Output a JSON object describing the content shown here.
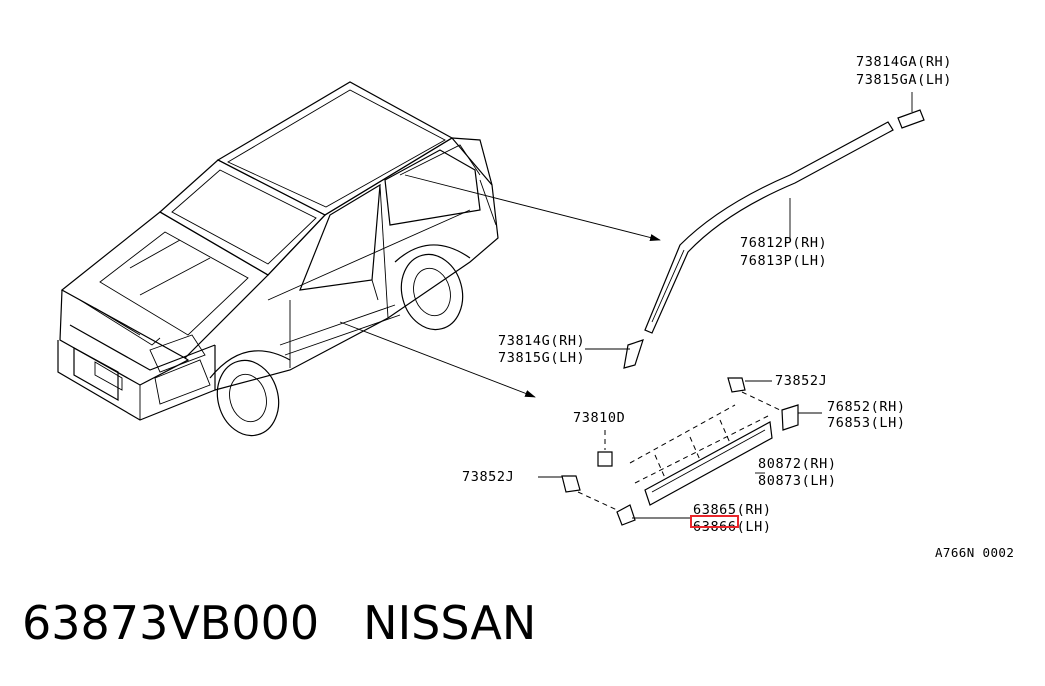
{
  "labels": {
    "l_73814ga": "73814GA(RH)",
    "l_73815ga": "73815GA(LH)",
    "l_76812p": "76812P(RH)",
    "l_76813p": "76813P(LH)",
    "l_73814g": "73814G(RH)",
    "l_73815g": "73815G(LH)",
    "l_73852j_top": "73852J",
    "l_76852": "76852(RH)",
    "l_76853": "76853(LH)",
    "l_73810d": "73810D",
    "l_80872": "80872(RH)",
    "l_80873": "80873(LH)",
    "l_73852j_left": "73852J",
    "l_63865": "63865(RH)",
    "l_63866": "63866(LH)"
  },
  "reference": "A766N 0002",
  "footer": {
    "part_number": "63873VB000",
    "brand": "NISSAN"
  },
  "colors": {
    "highlight": "#e8262b",
    "ink": "#000000"
  }
}
